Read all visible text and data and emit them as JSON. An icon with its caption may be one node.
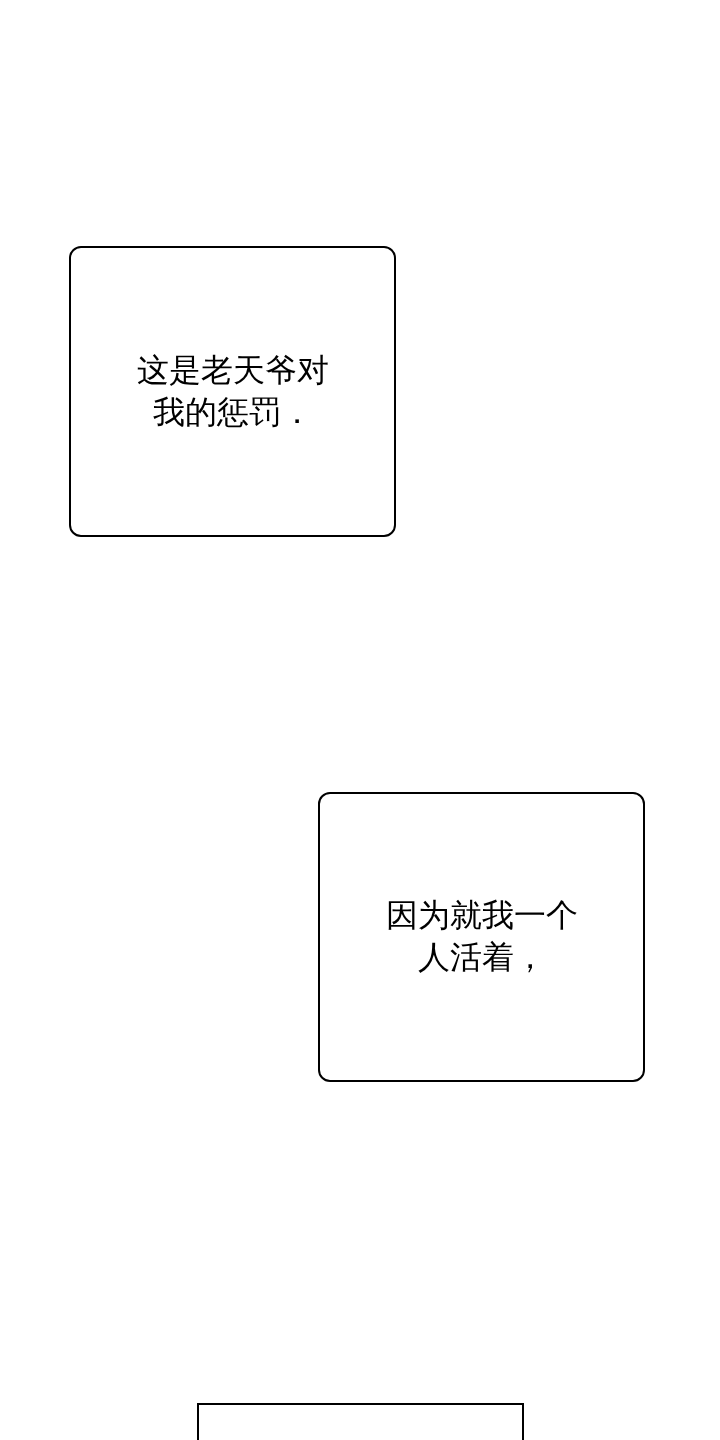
{
  "diagram": {
    "nodes": [
      {
        "text": [
          "这是老天爷对我的惩罚．"
        ]
      },
      {
        "text": [
          "因为就我一个人活着，"
        ]
      },
      {
        "text": [],
        "shape": "box"
      }
    ]
  }
}
